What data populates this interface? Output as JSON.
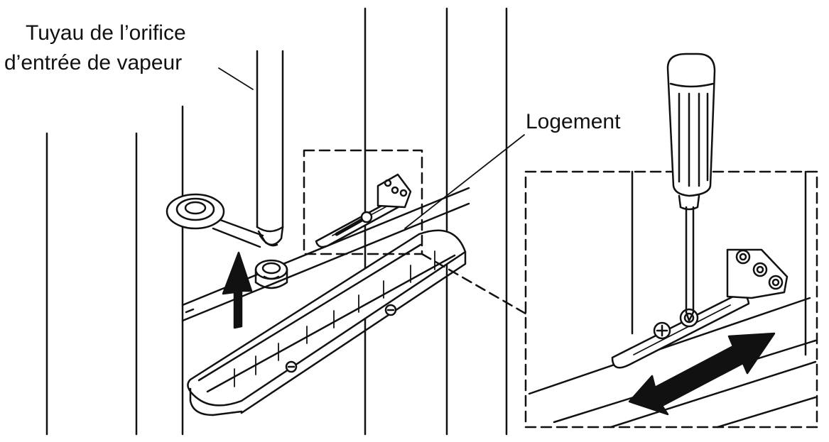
{
  "labels": {
    "steam_pipe_line1": "Tuyau de l’orifice",
    "steam_pipe_line2": "d’entrée de vapeur",
    "housing": "Logement"
  },
  "colors": {
    "ink": "#111111",
    "background": "#ffffff",
    "fill_light": "#f2f2f2",
    "fill_mid": "#d8d8d8"
  },
  "icons": {
    "lift_arrow": "arrow-up-icon",
    "slide_arrows": "double-arrow-icon",
    "tool": "screwdriver-icon"
  }
}
